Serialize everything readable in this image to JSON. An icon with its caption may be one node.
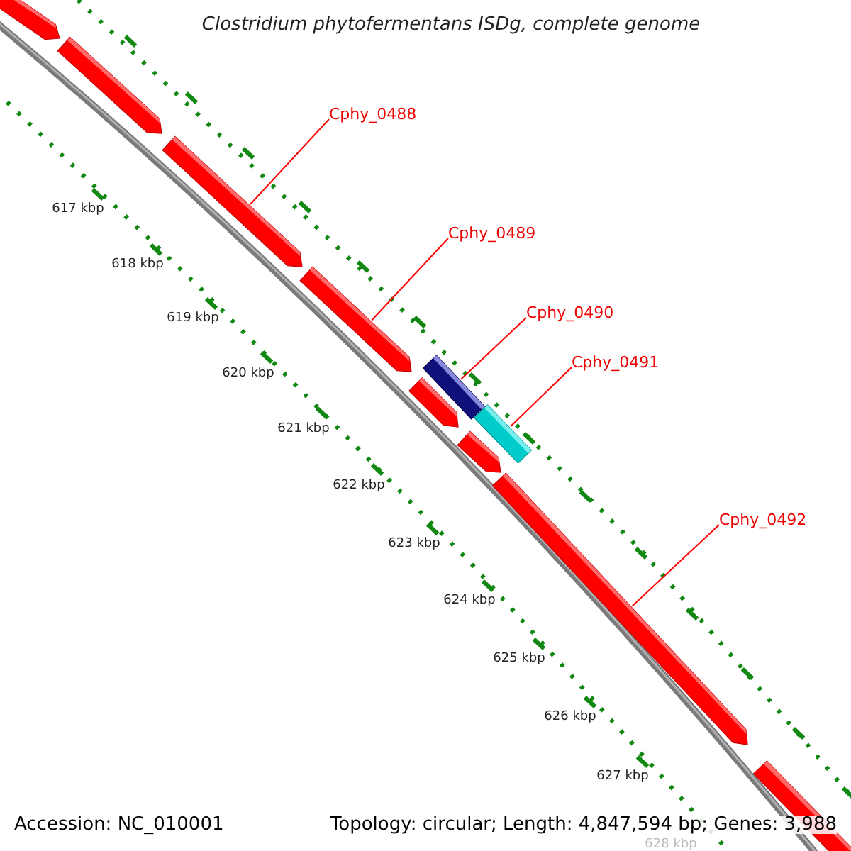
{
  "diagram": {
    "title": "Clostridium phytofermentans ISDg, complete genome",
    "nodes": [
      {
        "text": [],
        "shape": "arrow"
      },
      {
        "text": [],
        "shape": "arrow"
      },
      {
        "text": [
          "Cphy_0488"
        ]
      },
      {
        "text": [],
        "shape": "arrow"
      },
      {
        "text": [
          "Cphy_0489"
        ]
      },
      {
        "text": [],
        "shape": "arrow"
      },
      {
        "text": [
          "Cphy_0490"
        ]
      },
      {
        "text": [],
        "shape": "bar"
      },
      {
        "text": [
          "Cphy_0491"
        ]
      },
      {
        "text": [],
        "shape": "arrow"
      },
      {
        "text": [],
        "shape": "bar"
      },
      {
        "text": [],
        "shape": "arrow"
      },
      {
        "text": [],
        "shape": "arrow"
      },
      {
        "text": [
          "Cphy_0492"
        ]
      },
      {
        "text": [],
        "shape": "arrow"
      }
    ],
    "edges": [
      {
        "from": 2,
        "to": 3,
        "arrow": "none"
      },
      {
        "from": 4,
        "to": 5,
        "arrow": "none"
      },
      {
        "from": 6,
        "to": 7,
        "arrow": "none"
      },
      {
        "from": 8,
        "to": 10,
        "arrow": "none"
      },
      {
        "from": 13,
        "to": 12,
        "arrow": "none"
      }
    ],
    "labels": [
      "617 kbp",
      "618 kbp",
      "619 kbp",
      "620 kbp",
      "621 kbp",
      "622 kbp",
      "623 kbp",
      "624 kbp",
      "625 kbp",
      "626 kbp",
      "627 kbp",
      "628 kbp",
      "Accession: NC_010001",
      "Topology: circular; Length: 4,847,594 bp; Genes: 3,988"
    ]
  }
}
